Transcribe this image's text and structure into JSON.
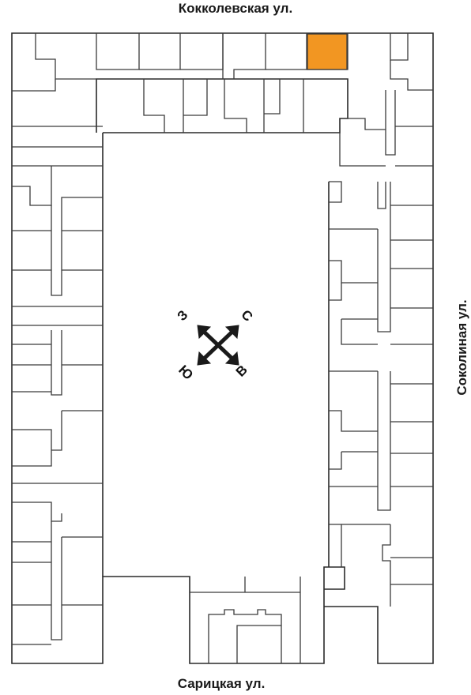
{
  "streets": {
    "top": "Кокколевская ул.",
    "right": "Соколиная ул.",
    "bottom": "Сарицкая ул."
  },
  "compass": {
    "north": "С",
    "east": "В",
    "south": "Ю",
    "west": "З"
  },
  "highlight": {
    "color": "#f29622",
    "count": 1
  },
  "colors": {
    "walls": "#3a3a3a",
    "background": "#ffffff"
  }
}
